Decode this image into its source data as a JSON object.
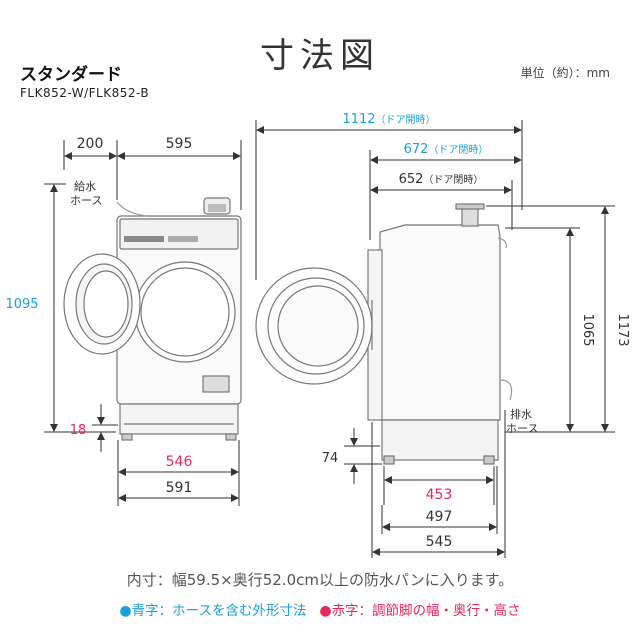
{
  "header": {
    "title": "寸法図",
    "model": "スタンダード",
    "model_number": "FLK852-W/FLK852-B",
    "unit": "単位（約）：mm"
  },
  "colors": {
    "blue": "#1aa0d8",
    "red": "#e8275a",
    "line": "#333333",
    "machine_stroke": "#777777"
  },
  "front_view": {
    "labels": {
      "water_supply_hose": [
        "給水",
        "ホース"
      ]
    },
    "dimensions": {
      "hose_offset": "200",
      "width_top": "595",
      "height_with_hose": "1095",
      "foot_height": "18",
      "foot_width": "546",
      "base_width": "591"
    }
  },
  "side_view": {
    "labels": {
      "drain_hose": [
        "排水",
        "ホース"
      ]
    },
    "dimensions": {
      "depth_door_open": "1112",
      "depth_door_open_note": "（ドア開時）",
      "depth_door_closed_hose": "672",
      "depth_door_closed_hose_note": "（ドア閉時）",
      "depth_door_closed": "652",
      "depth_door_closed_note": "（ドア閉時）",
      "height_body": "1065",
      "height_total": "1173",
      "foot_clearance": "74",
      "foot_depth": "453",
      "base_depth": "497",
      "overall_base_depth": "545"
    }
  },
  "footer": {
    "note": "内寸：幅59.5×奥行52.0cm以上の防水パンに入ります。",
    "legend_blue": "青字：ホースを含む外形寸法",
    "legend_red": "赤字：調節脚の幅・奥行・高さ",
    "bullet": "●"
  }
}
